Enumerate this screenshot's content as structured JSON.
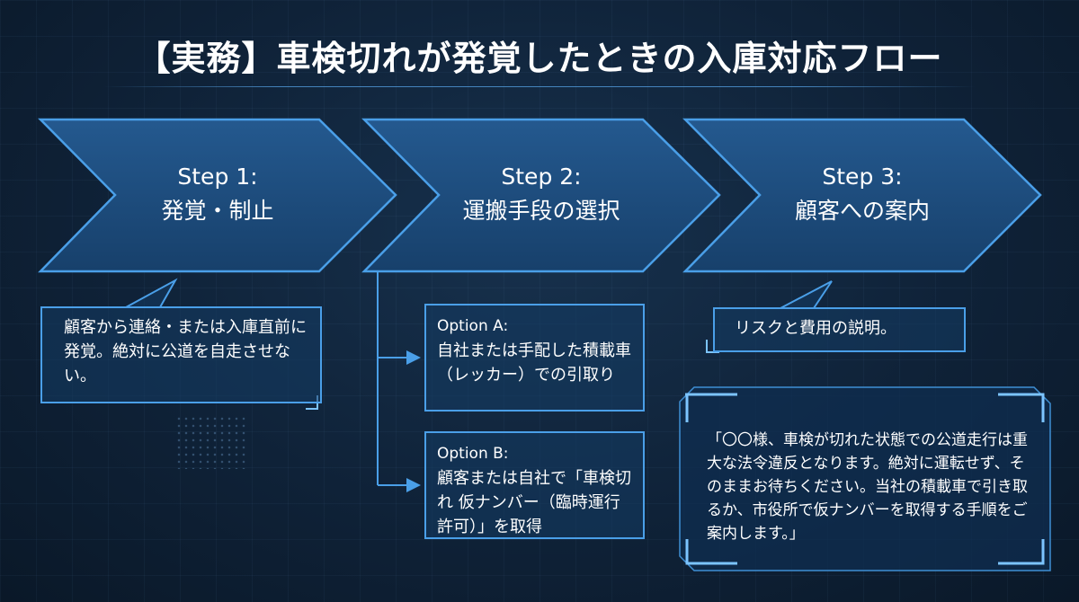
{
  "title": "【実務】車検切れが発覚したときの入庫対応フロー",
  "steps": [
    {
      "line1": "Step 1:",
      "line2": "発覚・制止"
    },
    {
      "line1": "Step 2:",
      "line2": "運搬手段の選択"
    },
    {
      "line1": "Step 3:",
      "line2": "顧客への案内"
    }
  ],
  "step1_note": "顧客から連絡・または入庫直前に発覚。絶対に公道を自走させない。",
  "options": [
    {
      "title": "Option A:",
      "text": "自社または手配した積載車（レッカー）での引取り"
    },
    {
      "title": "Option B:",
      "text": "顧客または自社で「車検切れ 仮ナンバー（臨時運行許可）」を取得"
    }
  ],
  "step3_note": "リスクと費用の説明。",
  "script_quote": "「〇〇様、車検が切れた状態での公道走行は重大な法令違反となります。絶対に運転せず、そのままお待ちください。当社の積載車で引き取るか、市役所で仮ナンバーを取得する手順をご案内します。」",
  "colors": {
    "background": "#0f2238",
    "accent": "#4a9fe8",
    "chevron_fill": "#1e4f82",
    "text": "#ffffff"
  }
}
